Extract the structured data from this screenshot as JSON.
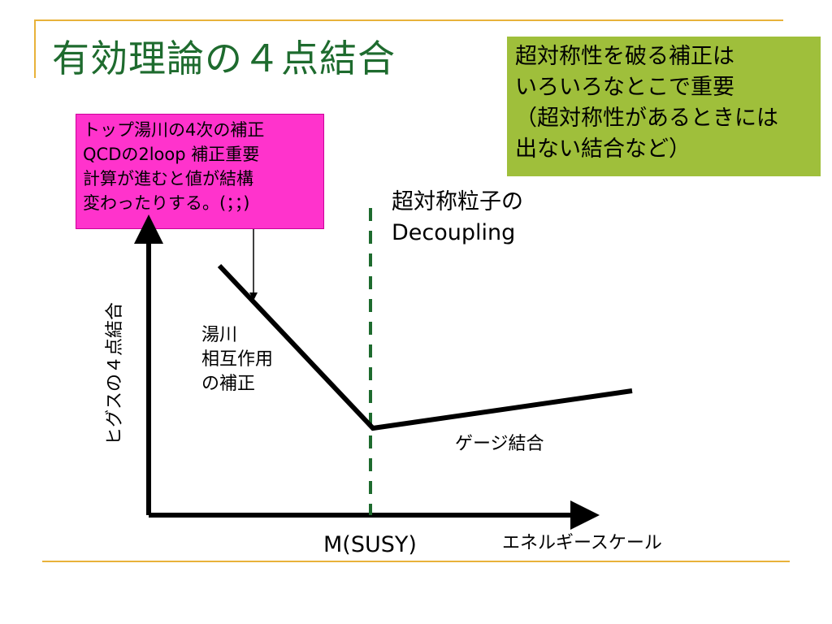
{
  "slide": {
    "title": "有効理論の４点結合",
    "note_green": [
      "超対称性を破る補正は",
      "いろいろなとこで重要",
      "（超対称性があるときには",
      "出ない結合など）"
    ],
    "note_pink": [
      "トップ湯川の4次の補正",
      "QCDの2loop 補正重要",
      "計算が進むと値が結構",
      "変わったりする。(；；)"
    ]
  },
  "diagram": {
    "decoupling_label": [
      "超対称粒子の",
      "Decoupling"
    ],
    "yukawa_label": [
      "湯川",
      "相互作用",
      "の補正"
    ],
    "gauge_label": "ゲージ結合",
    "x_axis_label": "エネルギースケール",
    "y_axis_label": "ヒグスの４点結合",
    "msusy_label": "M(SUSY)",
    "colors": {
      "title": "#1e6b2e",
      "green_box": "#9fbf3b",
      "pink_box": "#ff33cc",
      "dashed": "#1e6b2e",
      "rule": "#e8b23a"
    }
  }
}
